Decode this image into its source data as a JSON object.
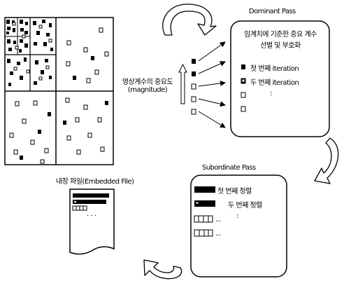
{
  "dominant_pass": {
    "title": "Dominant Pass",
    "box_line1": "임계치에 기준한 중요 계수",
    "box_line2": "선별 및 부호화",
    "items": [
      "첫 번째 iteration",
      "두 번째 iteration"
    ],
    "ellipsis": ":"
  },
  "magnitude": {
    "line1": "영상계수의 중요도",
    "line2": "(magnitude)"
  },
  "subordinate_pass": {
    "title": "Subordinate Pass",
    "items": [
      "첫 번째 정렬",
      "두 번째 정렬"
    ],
    "ellipsis": ":",
    "dots": "..."
  },
  "embedded_file": {
    "title": "내장 파일(Embedded File)",
    "dots": "· · ·"
  }
}
